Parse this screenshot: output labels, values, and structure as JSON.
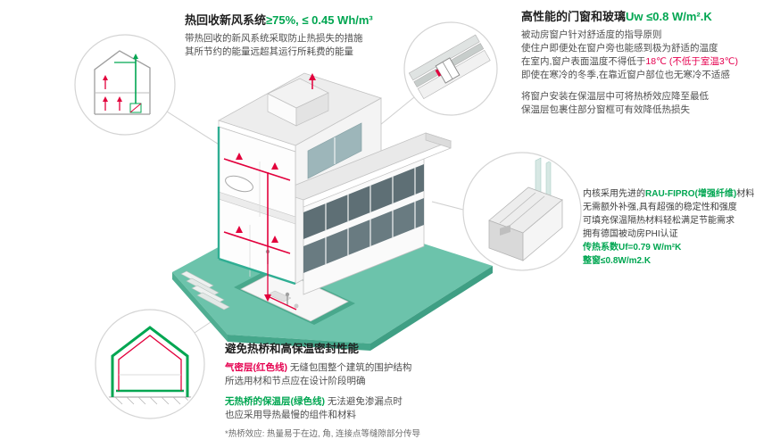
{
  "colors": {
    "accent_green": "#00a651",
    "accent_red": "#e5004f",
    "duct_red": "#e2003c",
    "ground_teal": "#6cc3ab",
    "insulation_teal": "#2fae93",
    "connector_gray": "#cfcfcf"
  },
  "sections": {
    "heat_recovery": {
      "title": "热回收新风系统",
      "title_value": "≥75%, ≤ 0.45 Wh/m³",
      "l1": "带热回收的新风系统采取防止热损失的措施",
      "l2": "其所节约的能量远超其运行所耗费的能量"
    },
    "windows": {
      "title": "高性能的门窗和玻璃",
      "title_value": "Uw ≤0.8 W/m².K",
      "l1": "被动房窗户针对舒适度的指导原则",
      "l2": "使住户即便处在窗户旁也能感到极为舒适的温度",
      "l3_pre": "在室内,窗户表面温度不得低于",
      "l3_red1": "18℃",
      "l3_sep": " ",
      "l3_red2": "(不低于室温3℃)",
      "l4": "即使在寒冷的冬季,在靠近窗户部位也无寒冷不适感",
      "l5": "将窗户安装在保温层中可将热桥效应降至最低",
      "l6": "保温层包裹住部分窗框可有效降低热损失"
    },
    "profile": {
      "l1_pre": "内核采用先进的",
      "l1_green": "RAU-FIPRO(增强纤维)",
      "l1_post": "材料",
      "l2": "无需额外补强,具有超强的稳定性和强度",
      "l3": "可填充保温隔热材料轻松满足节能需求",
      "l4": "拥有德国被动房PHI认证",
      "l5": "传热系数Uf=0.79 W/m²K",
      "l6": "整窗≤0.8W/m2.K"
    },
    "thermal": {
      "title": "避免热桥和高保温密封性能",
      "l1_red": "气密层(红色线)",
      "l1_rest": " 无缝包围整个建筑的围护结构",
      "l2": "所选用材和节点应在设计阶段明确",
      "l3_green": "无热桥的保温层(绿色线)",
      "l3_rest": " 无法避免渗漏点时",
      "l4": "也应采用导热最慢的组件和材料",
      "footnote": "*热桥效应: 热量易于在边, 角, 连接点等缝隙部分传导"
    }
  },
  "diagram": {
    "center_icon": "isometric-cutaway-passive-house-illustration",
    "callout_icons": [
      "house-section-ventilation-icon",
      "window-installation-section-icon",
      "window-frame-profile-icon",
      "house-envelope-insulation-icon"
    ]
  }
}
